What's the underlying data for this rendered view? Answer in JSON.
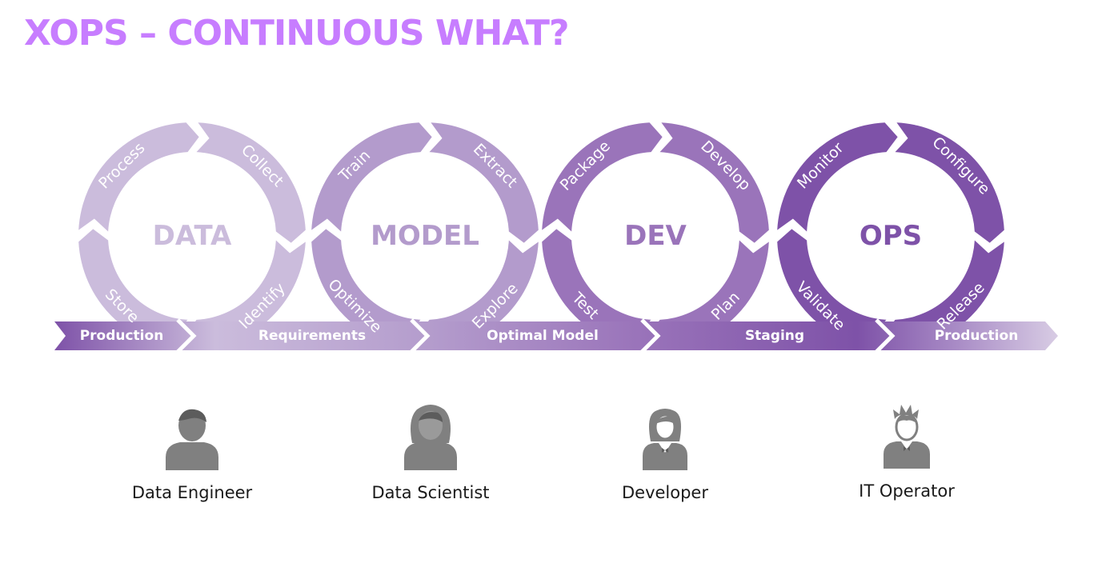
{
  "title": "XOPS – CONTINUOUS WHAT?",
  "stages": [
    {
      "label": "DATA",
      "steps": [
        "Process",
        "Collect",
        "Identify",
        "Store"
      ]
    },
    {
      "label": "MODEL",
      "steps": [
        "Train",
        "Extract",
        "Explore",
        "Optimize"
      ]
    },
    {
      "label": "DEV",
      "steps": [
        "Package",
        "Develop",
        "Plan",
        "Test"
      ]
    },
    {
      "label": "OPS",
      "steps": [
        "Monitor",
        "Configure",
        "Release",
        "Validate"
      ]
    }
  ],
  "flow": [
    "Production",
    "Requirements",
    "Optimal Model",
    "Staging",
    "Production"
  ],
  "roles": [
    {
      "name": "Data Engineer",
      "icon": "male-user-icon"
    },
    {
      "name": "Data Scientist",
      "icon": "female-user-icon"
    },
    {
      "name": "Developer",
      "icon": "female-professional-icon"
    },
    {
      "name": "IT Operator",
      "icon": "male-professional-icon"
    }
  ],
  "colors": {
    "title": "#c77dff",
    "data": "#cbbcdc",
    "model": "#b39bcc",
    "dev": "#9a74ba",
    "ops": "#7e52a8",
    "icon": "#808080"
  }
}
